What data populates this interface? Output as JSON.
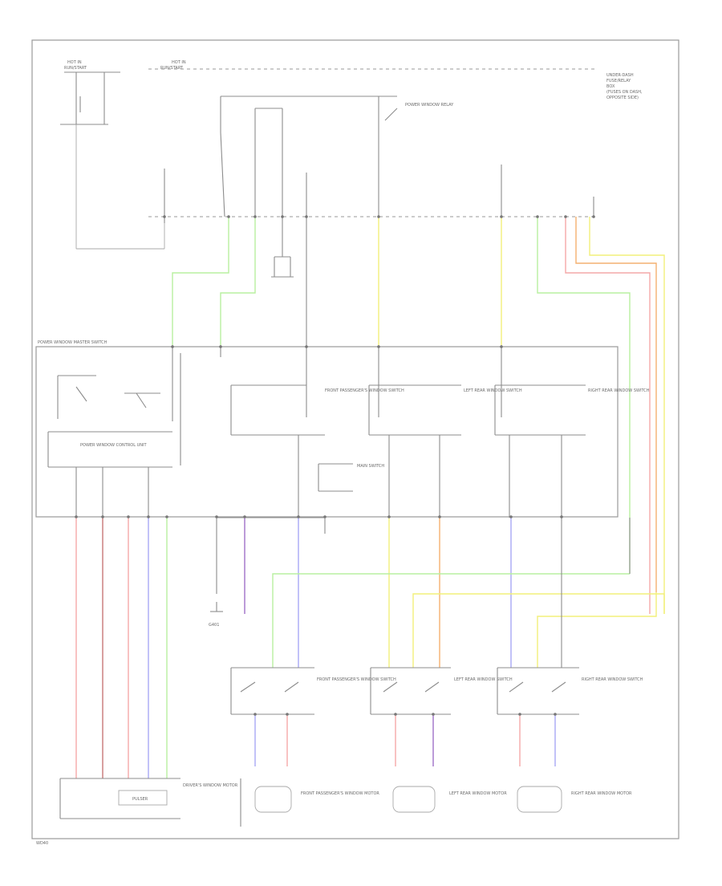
{
  "diagram": {
    "colors": {
      "green": "#b8f0a0",
      "yellow": "#f2f07a",
      "pink": "#f4a8a8",
      "orange": "#f4b070",
      "red_brown": "#c87878",
      "blue": "#a8a8f4",
      "violet": "#a070c8",
      "line": "#8c8c8c"
    },
    "labels": {
      "top_left_hdr_1": "HOT IN",
      "top_left_hdr_2": "RUN/START",
      "top_mid_hdr_1": "HOT IN",
      "top_mid_hdr_2": "RUN/START",
      "top_right_1": "UNDER-DASH",
      "top_right_2": "FUSE/RELAY",
      "top_right_3": "BOX",
      "top_right_4": "(FUSES ON DASH,",
      "top_right_5": "OPPOSITE SIDE)",
      "power_window_relay": "POWER WINDOW RELAY",
      "master_switch": "POWER WINDOW MASTER SWITCH",
      "control_unit": "POWER WINDOW CONTROL UNIT",
      "main_switch": "MAIN SWITCH",
      "pass_switch_top": "FRONT PASSENGER'S WINDOW SWITCH",
      "lr_switch_top": "LEFT REAR WINDOW SWITCH",
      "rr_switch_top": "RIGHT REAR WINDOW SWITCH",
      "ground_label": "G401",
      "pulser": "PULSER",
      "driver_motor": "DRIVER'S WINDOW MOTOR",
      "pass_motor": "FRONT PASSENGER'S WINDOW MOTOR",
      "lr_motor": "LEFT REAR WINDOW MOTOR",
      "rr_motor": "RIGHT REAR WINDOW MOTOR",
      "footer_code": "WD40"
    }
  }
}
